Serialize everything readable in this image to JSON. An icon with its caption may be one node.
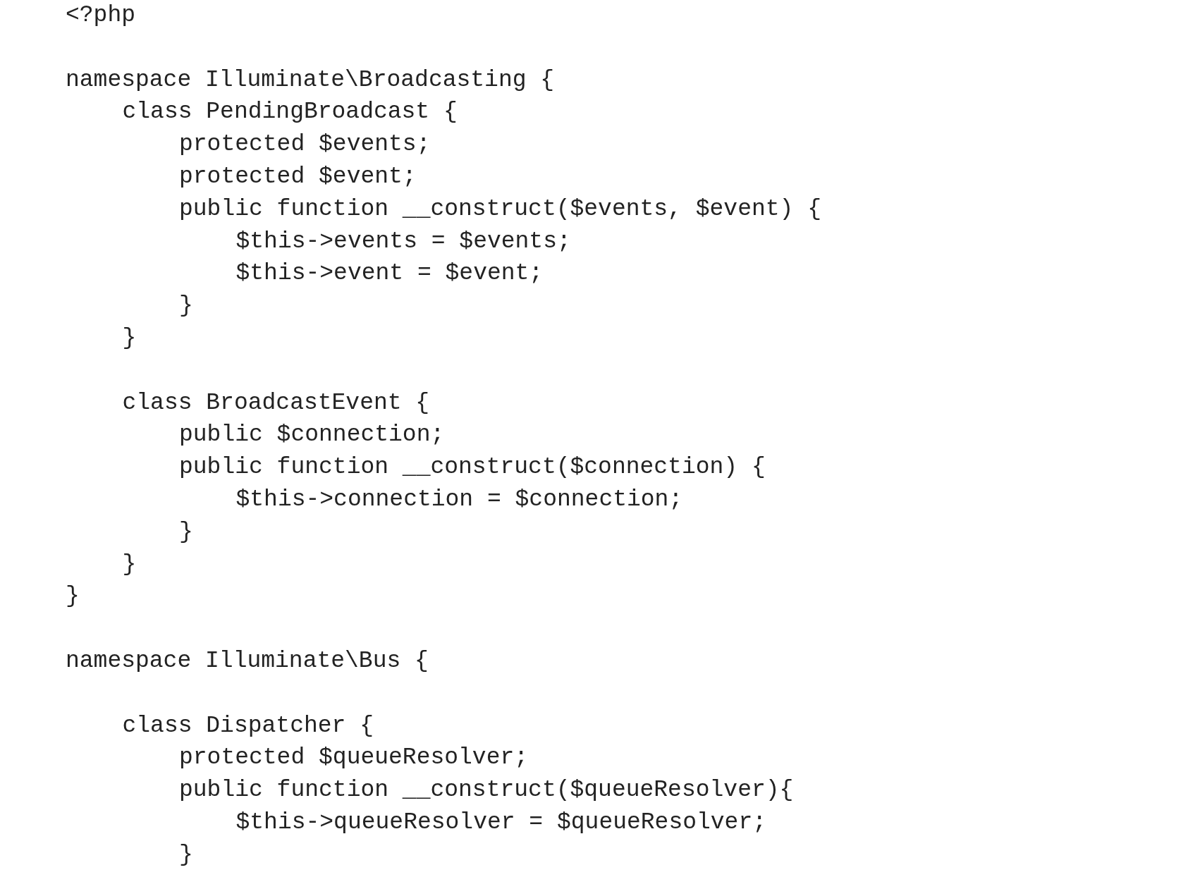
{
  "diagram": {
    "labels": [
      "<?php",
      "namespace Illuminate\\Broadcasting {",
      "class PendingBroadcast {",
      "protected $events;",
      "protected $event;",
      "public function __construct($events, $event) {",
      "$this->events = $events;",
      "$this->event = $event;",
      "}",
      "}",
      "class BroadcastEvent {",
      "public $connection;",
      "public function __construct($connection) {",
      "$this->connection = $connection;",
      "}",
      "}",
      "}",
      "namespace Illuminate\\Bus {",
      "class Dispatcher {",
      "protected $queueResolver;",
      "public function __construct($queueResolver){",
      "$this->queueResolver = $queueResolver;",
      "}"
    ]
  }
}
